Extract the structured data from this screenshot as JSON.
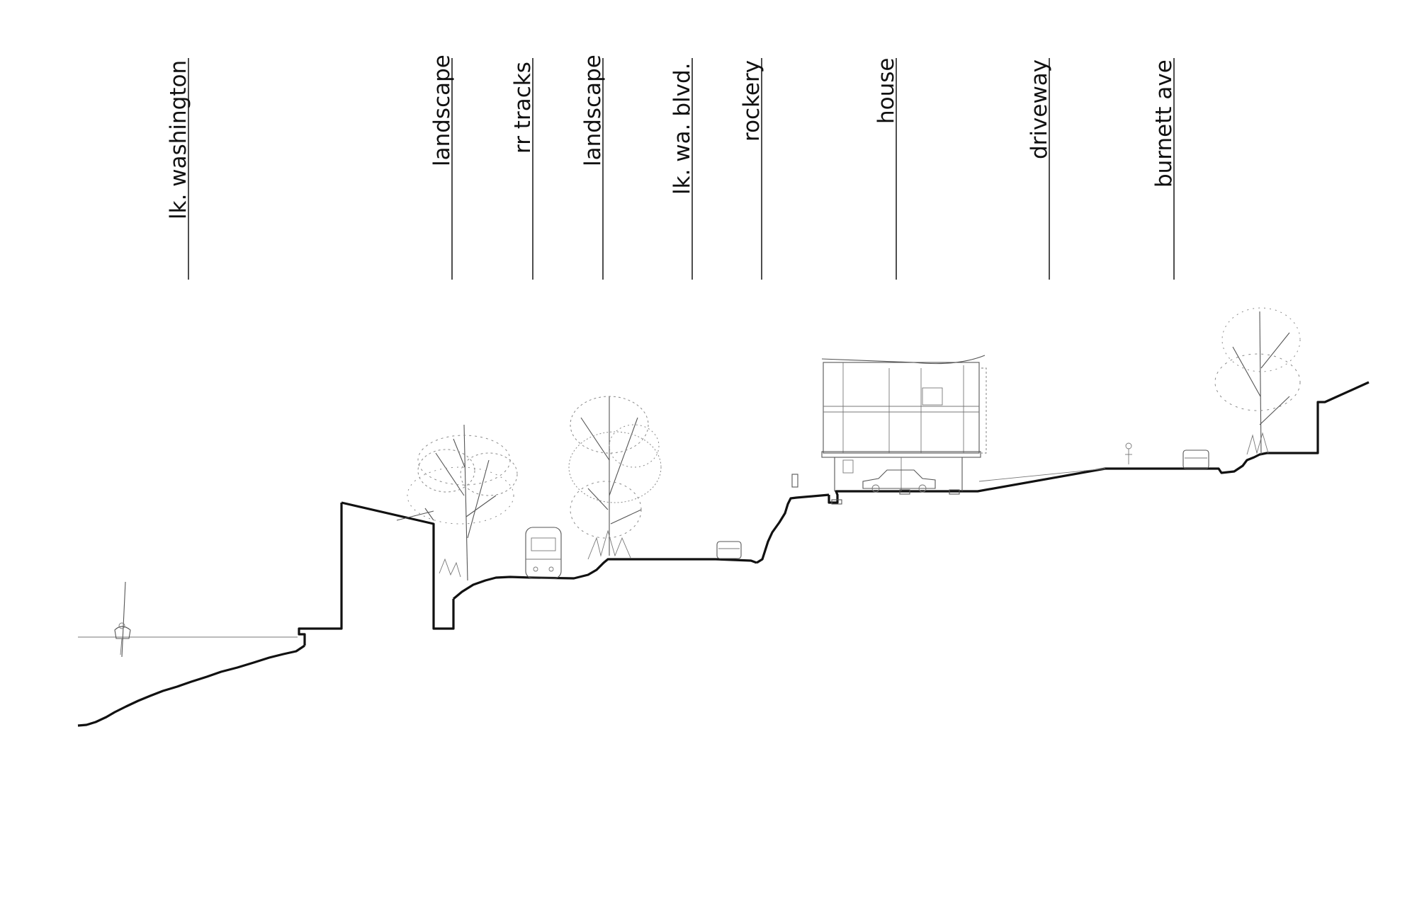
{
  "diagram": {
    "type": "site-section",
    "zones": [
      {
        "id": "lake",
        "label": "lk. washington"
      },
      {
        "id": "landscape-1",
        "label": "landscape"
      },
      {
        "id": "rr-tracks",
        "label": "rr tracks"
      },
      {
        "id": "landscape-2",
        "label": "landscape"
      },
      {
        "id": "lk-wa-blvd",
        "label": "lk. wa. blvd."
      },
      {
        "id": "rockery",
        "label": "rockery"
      },
      {
        "id": "house",
        "label": "house"
      },
      {
        "id": "driveway",
        "label": "driveway"
      },
      {
        "id": "burnett-ave",
        "label": "burnett ave"
      }
    ],
    "colors": {
      "line": "#111111",
      "detail": "#666666",
      "background": "#ffffff"
    }
  }
}
